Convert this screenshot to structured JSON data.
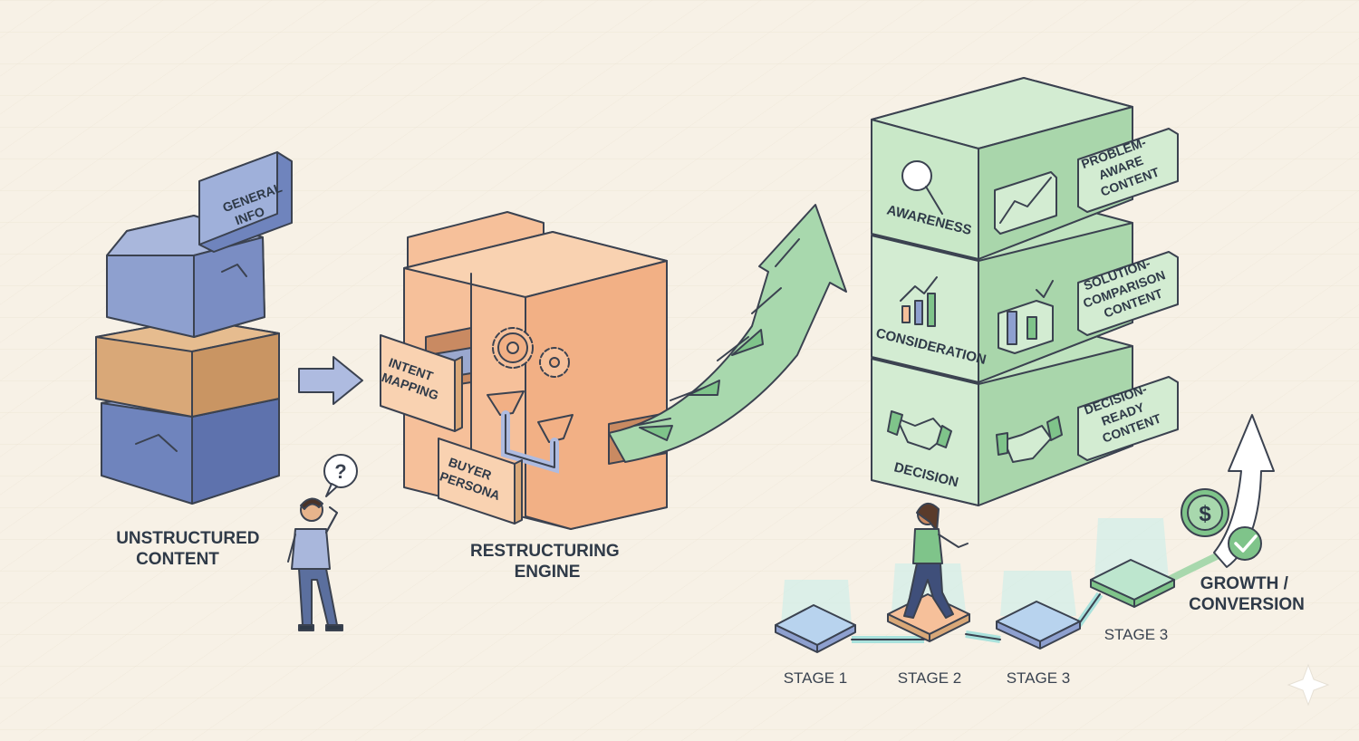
{
  "unstructured": {
    "tag": [
      "GENERAL",
      "INFO"
    ],
    "caption": [
      "UNSTRUCTURED",
      "CONTENT"
    ],
    "question_mark": "?"
  },
  "engine": {
    "tags": [
      {
        "lines": [
          "INTENT",
          "MAPPING"
        ]
      },
      {
        "lines": [
          "BUYER",
          "PERSONA"
        ]
      }
    ],
    "caption": [
      "RESTRUCTURING",
      "ENGINE"
    ]
  },
  "funnel": {
    "stages": [
      {
        "label": "AWARENESS",
        "icon": "magnifier-icon",
        "chart_icon": "line-chart-icon",
        "content": [
          "PROBLEM-",
          "AWARE",
          "CONTENT"
        ]
      },
      {
        "label": "CONSIDERATION",
        "icon": "bar-chart-icon",
        "chart_icon": "bar-check-icon",
        "content": [
          "SOLUTION-",
          "COMPARISON",
          "CONTENT"
        ]
      },
      {
        "label": "DECISION",
        "icon": "handshake-icon",
        "chart_icon": "handshake-icon",
        "content": [
          "DECISION-",
          "READY",
          "CONTENT"
        ]
      }
    ]
  },
  "journey": {
    "steps": [
      "STAGE 1",
      "STAGE 2",
      "STAGE 3",
      "STAGE 3"
    ],
    "goal": [
      "GROWTH /",
      "CONVERSION"
    ],
    "dollar": "$"
  },
  "colors": {
    "background": "#f7f1e6",
    "blue": "#8ea0cf",
    "tan": "#d9a878",
    "orange": "#f6c09a",
    "green": "#bfe3bf",
    "arrow_green": "#7fc48a",
    "ink": "#3b4250"
  }
}
